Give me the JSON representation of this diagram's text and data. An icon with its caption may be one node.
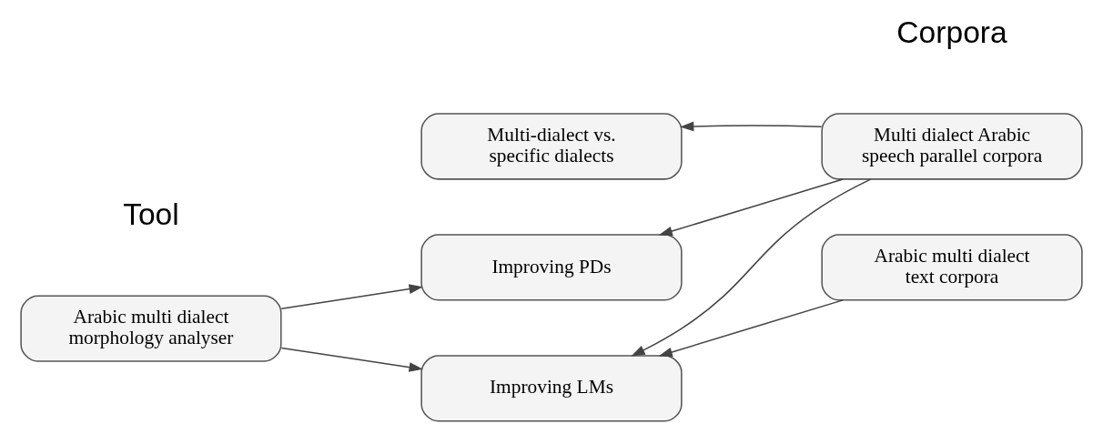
{
  "diagram": {
    "nodes": [
      {
        "text": [
          "Multi-dialect vs. specific dialects"
        ]
      },
      {
        "text": [
          "Arabic multi dialect morphology analyser"
        ]
      },
      {
        "text": [
          "Improving PDs"
        ]
      },
      {
        "text": [
          "Multi dialect Arabic speech parallel corpora"
        ]
      },
      {
        "text": [
          "Improving LMs"
        ]
      },
      {
        "text": [
          "Arabic multi dialect text corpora"
        ]
      }
    ],
    "edges": [
      {
        "from": 3,
        "to": 0,
        "arrow": "to"
      },
      {
        "from": 1,
        "to": 2,
        "arrow": "to"
      },
      {
        "from": 3,
        "to": 2,
        "arrow": "to"
      },
      {
        "from": 1,
        "to": 4,
        "arrow": "to"
      },
      {
        "from": 3,
        "to": 4,
        "arrow": "to"
      },
      {
        "from": 5,
        "to": 4,
        "arrow": "to"
      }
    ],
    "labels": [
      "Tool",
      "Corpora"
    ]
  }
}
